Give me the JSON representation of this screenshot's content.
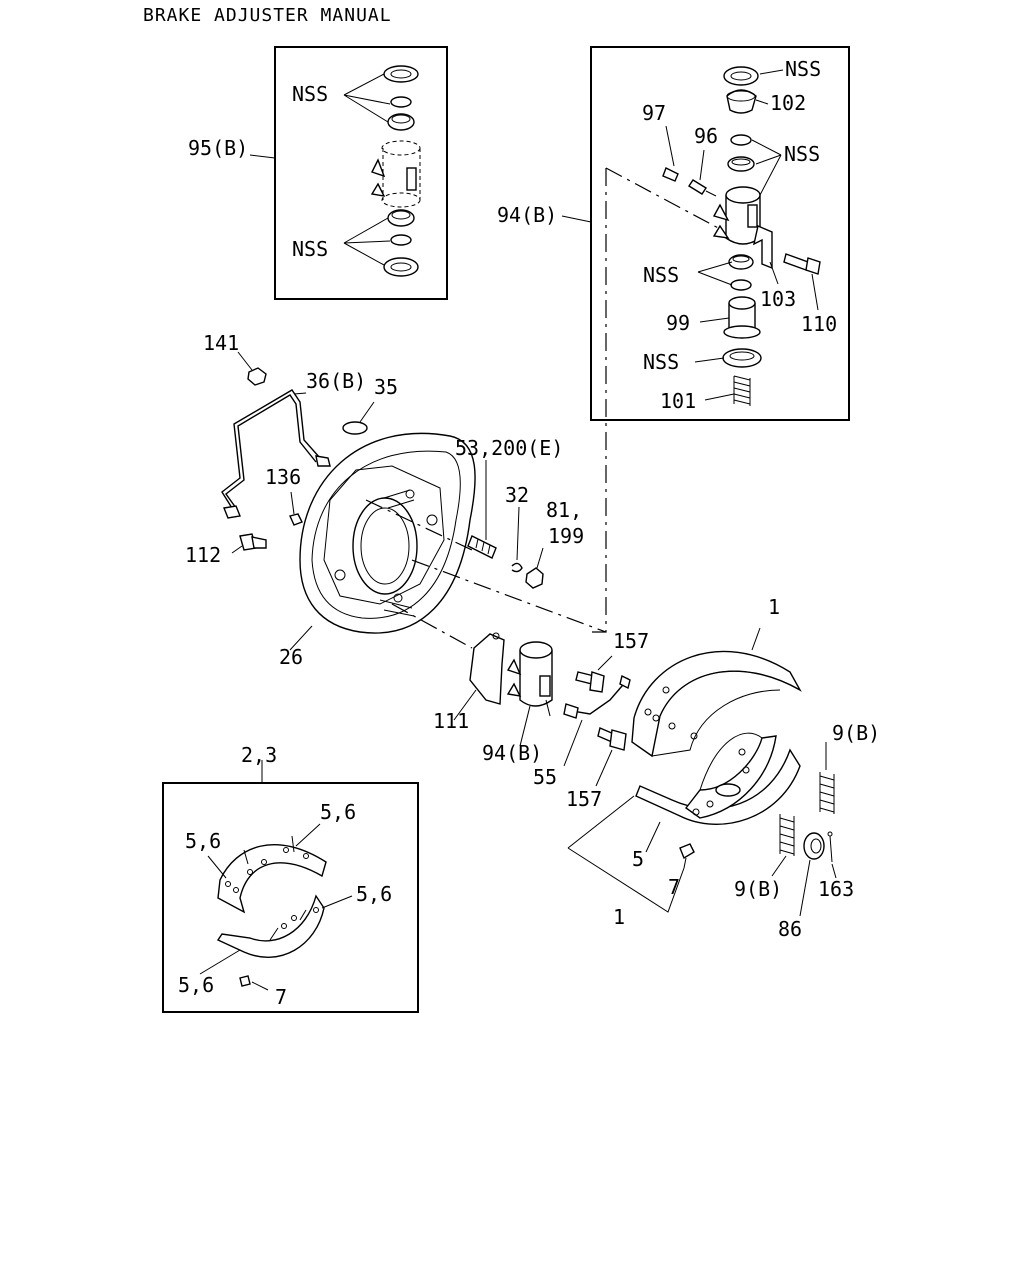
{
  "title": "BRAKE ADJUSTER MANUAL",
  "labels": {
    "nss": "NSS",
    "p95b": "95(B)",
    "p94b": "94(B)",
    "p97": "97",
    "p96": "96",
    "p102": "102",
    "p103": "103",
    "p110": "110",
    "p99": "99",
    "p101": "101",
    "p141": "141",
    "p36b": "36(B)",
    "p35": "35",
    "p136": "136",
    "p112": "112",
    "p26": "26",
    "p53": "53,200(E)",
    "p32": "32",
    "p81": "81,",
    "p199": "199",
    "p157": "157",
    "p111": "111",
    "p55": "55",
    "p1": "1",
    "p9b": "9(B)",
    "p5": "5",
    "p7": "7",
    "p163": "163",
    "p86": "86",
    "p23": "2,3",
    "p56": "5,6"
  }
}
